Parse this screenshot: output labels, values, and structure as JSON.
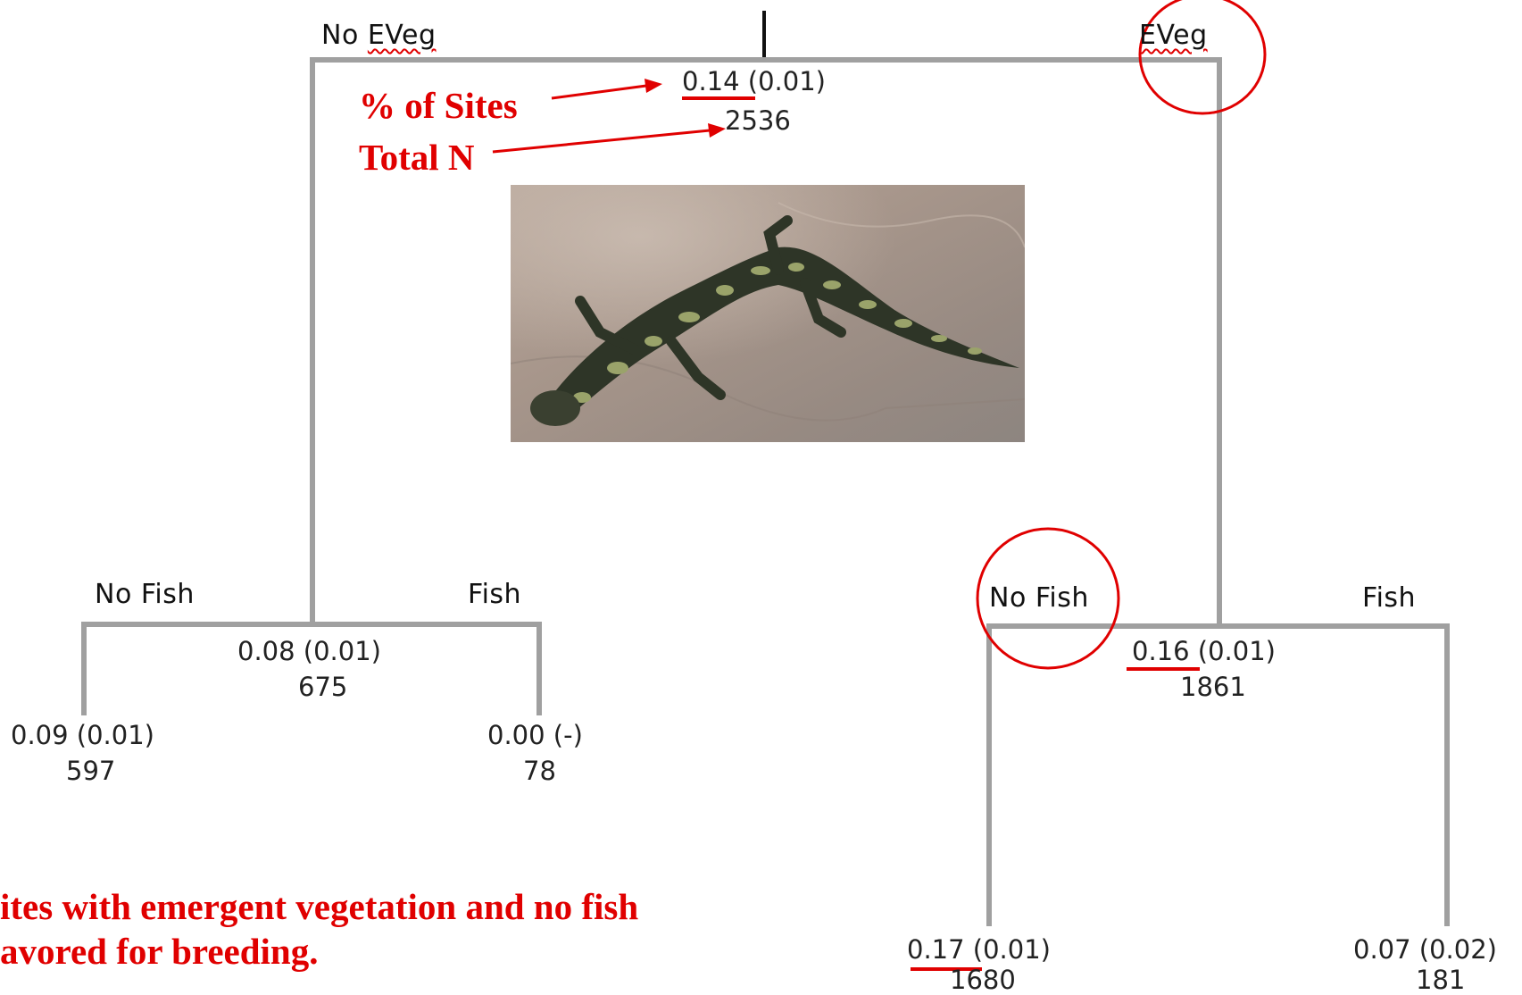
{
  "tree": {
    "root": {
      "value": "0.14",
      "se": "(0.01)",
      "n": "2536"
    },
    "split1": {
      "left_label": "No EVeg",
      "left_prefix": "No ",
      "left_word": "EVeg",
      "right_label": "EVeg"
    },
    "left_node": {
      "value": "0.08",
      "se": "(0.01)",
      "n": "675",
      "left_label": "No Fish",
      "right_label": "Fish"
    },
    "right_node": {
      "value": "0.16",
      "se": "(0.01)",
      "n": "1861",
      "left_label": "No Fish",
      "right_label": "Fish"
    },
    "leaves": {
      "ll": {
        "value": "0.09",
        "se": "(0.01)",
        "n": "597"
      },
      "lr": {
        "value": "0.00",
        "se": "(-)",
        "n": "78"
      },
      "rl": {
        "value": "0.17",
        "se": "(0.01)",
        "n": "1680"
      },
      "rr": {
        "value": "0.07",
        "se": "(0.02)",
        "n": "181"
      }
    }
  },
  "annotations": {
    "pct_sites": "% of Sites",
    "total_n": "Total N",
    "conclusion_line1": "ites with emergent vegetation and no fish",
    "conclusion_line2": "avored for breeding."
  },
  "colors": {
    "line": "#a0a0a0",
    "annotation": "#e00000",
    "text": "#222222"
  },
  "photo": {
    "subject": "tiger-salamander"
  }
}
